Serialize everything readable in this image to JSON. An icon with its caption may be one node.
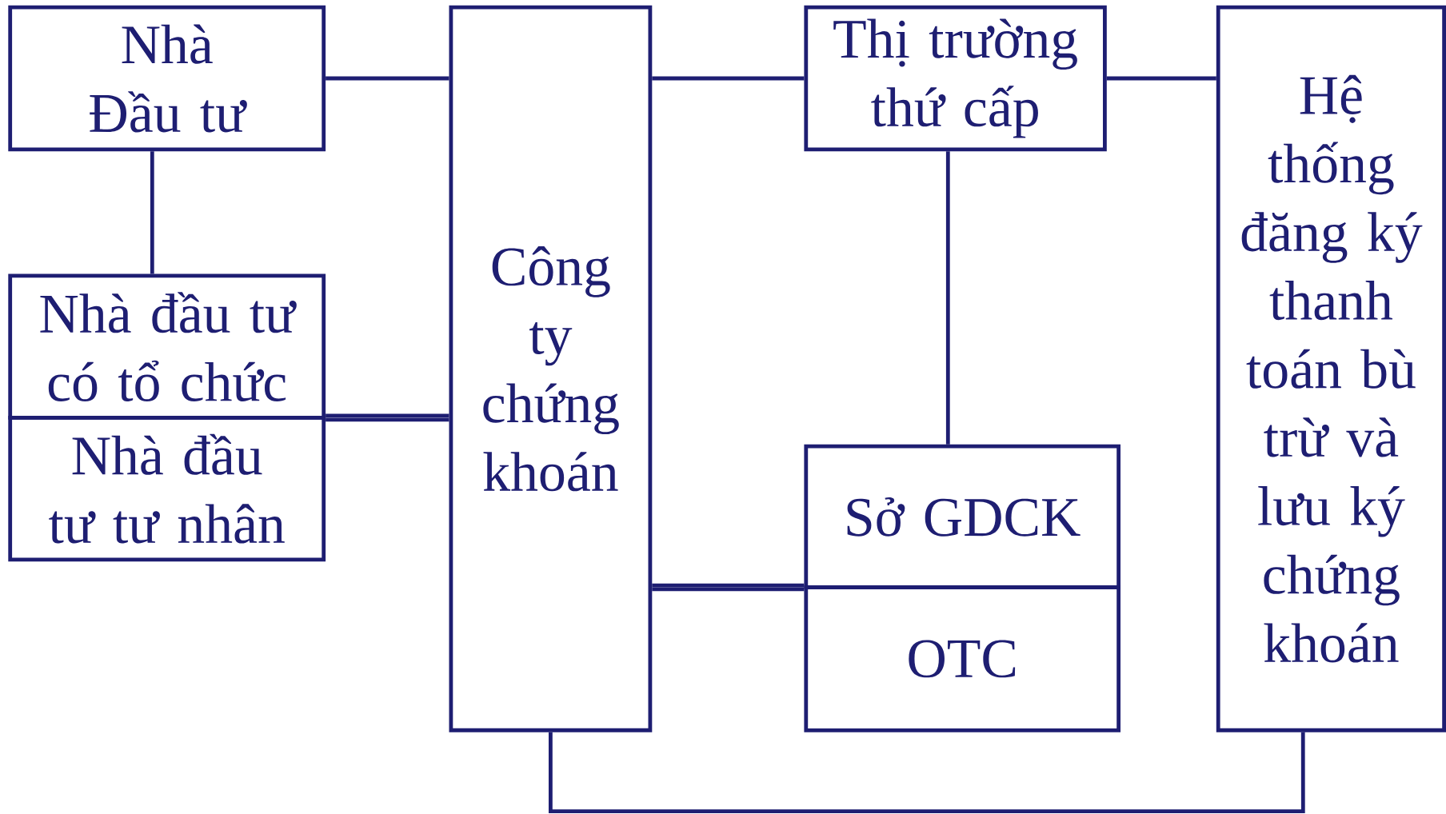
{
  "diagram": {
    "nodes": [
      {
        "text": [
          "Nhà Đầu tư"
        ]
      },
      {
        "text": [
          "Nhà đầu tư có tổ chức"
        ]
      },
      {
        "text": [
          "Nhà đầu tư tư nhân"
        ]
      },
      {
        "text": [
          "Công ty chứng khoán"
        ]
      },
      {
        "text": [
          "Thị trường thứ cấp"
        ]
      },
      {
        "text": [
          "Sở GDCK"
        ]
      },
      {
        "text": [
          "OTC"
        ]
      },
      {
        "text": [
          "Hệ thống đăng ký thanh toán bù trừ và lưu ký chứng khoán"
        ]
      }
    ],
    "edges": [
      {
        "from": 0,
        "to": 3,
        "arrow": "none"
      },
      {
        "from": 0,
        "to": 1,
        "arrow": "none"
      },
      {
        "from": 1,
        "to": 3,
        "arrow": "none"
      },
      {
        "from": 2,
        "to": 3,
        "arrow": "none"
      },
      {
        "from": 3,
        "to": 4,
        "arrow": "none"
      },
      {
        "from": 4,
        "to": 7,
        "arrow": "none"
      },
      {
        "from": 4,
        "to": 5,
        "arrow": "none"
      },
      {
        "from": 3,
        "to": 5,
        "arrow": "none"
      },
      {
        "from": 3,
        "to": 6,
        "arrow": "none"
      },
      {
        "from": 3,
        "to": 7,
        "arrow": "none"
      }
    ]
  }
}
